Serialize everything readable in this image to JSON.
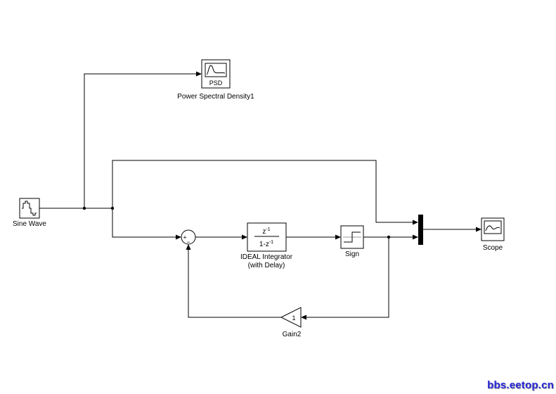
{
  "canvas": {
    "background": "#ffffff",
    "line_color": "#000000",
    "block_fill": "#ffffff"
  },
  "watermark": {
    "text": "bbs.eetop.cn",
    "color": "#2424d6"
  },
  "blocks": {
    "sine_wave": {
      "label": "Sine Wave"
    },
    "psd": {
      "icon_label": "PSD",
      "label": "Power Spectral Density1"
    },
    "sum": {
      "left_sign": "+",
      "bottom_sign": "−"
    },
    "integrator": {
      "num_base": "z",
      "num_exp": "-1",
      "den_base": "1-z",
      "den_exp": "-1",
      "label_line1": "IDEAL Integrator",
      "label_line2": "(with Delay)"
    },
    "sign": {
      "label": "Sign"
    },
    "scope": {
      "label": "Scope"
    },
    "gain2": {
      "value": "1",
      "label": "Gain2"
    }
  }
}
